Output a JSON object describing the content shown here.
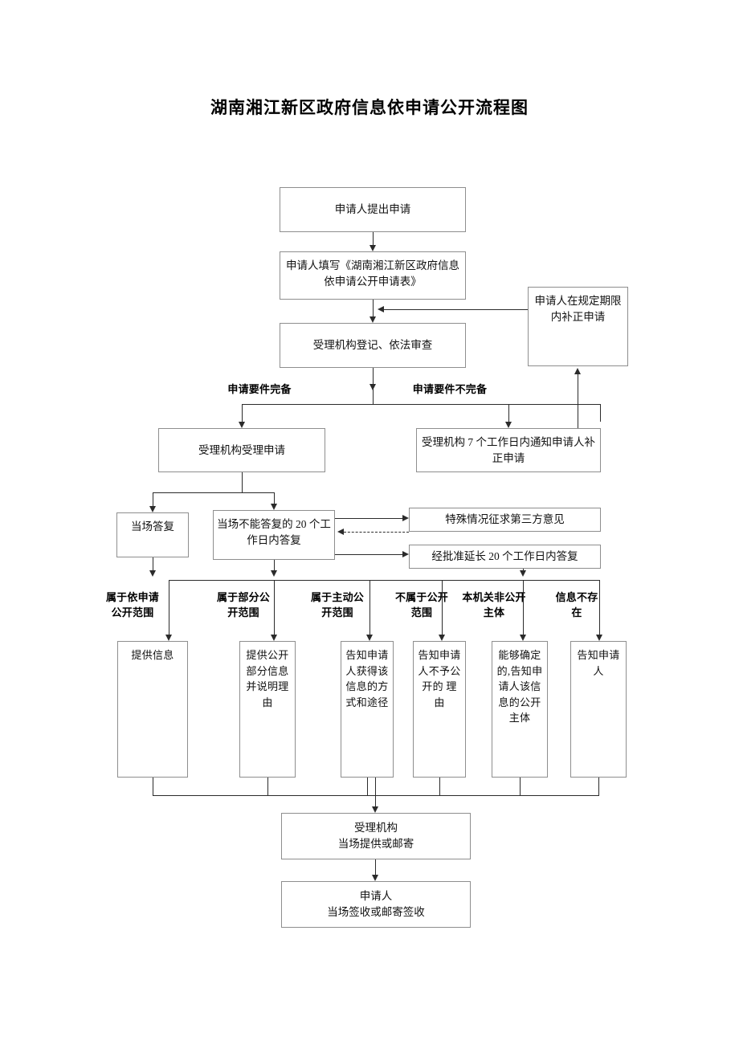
{
  "title": "湖南湘江新区政府信息依申请公开流程图",
  "nodes": {
    "apply": "申请人提出申请",
    "form": "申请人填写《湖南湘江新区政府信息依申请公开申请表》",
    "register": "受理机构登记、依法审查",
    "supplement": "申请人在规定期限内补正申请",
    "accept": "受理机构受理申请",
    "notify7": "受理机构 7 个工作日内通知申请人补正申请",
    "onsite_reply": "当场答复",
    "reply20": "当场不能答复的 20 个工作日内答复",
    "third_party": "特殊情况征求第三方意见",
    "extend20": "经批准延长 20 个工作日内答复",
    "provide_info": "提供信息",
    "partial_info": "提供公开部分信息并说明理由",
    "inform_channel": "告知申请人获得该信息的方式和途径",
    "inform_refuse": "告知申请人不予公开的 理 由",
    "inform_subject": "能够确定的,告知申请人该信息的公开主体",
    "inform_applicant": "告知申请人",
    "agency_deliver": "受理机构\n当场提供或邮寄",
    "applicant_receive": "申请人\n当场签收或邮寄签收"
  },
  "edge_labels": {
    "complete": "申请要件完备",
    "incomplete": "申请要件不完备"
  },
  "category_labels": {
    "c1": "属于依申请公开范围",
    "c2": "属于部分公开范围",
    "c3": "属于主动公开范围",
    "c4": "不属于公开范围",
    "c5": "本机关非公开主体",
    "c6": "信息不存在"
  },
  "colors": {
    "box_border": "#8e8e8e",
    "connector": "#2b2b2b",
    "text": "#111111",
    "background": "#ffffff"
  }
}
